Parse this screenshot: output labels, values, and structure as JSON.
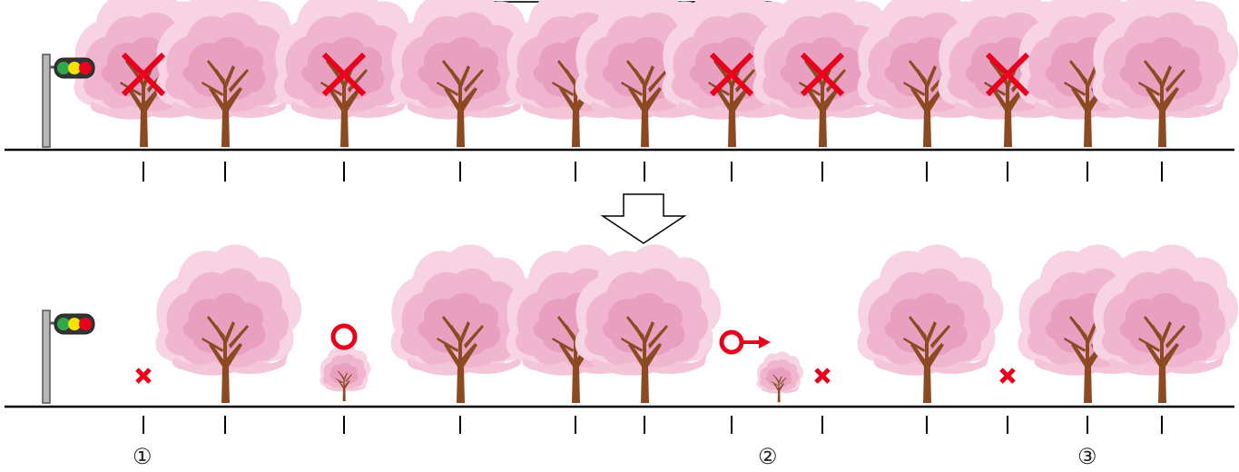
{
  "diagram": {
    "colors": {
      "blossom_light": "#f7d3e3",
      "blossom_mid": "#f1b6cf",
      "blossom_dark": "#e9a0c0",
      "trunk": "#8b4a22",
      "ground": "#000000",
      "marker": "#e8001c",
      "pole": "#9a9a9a",
      "light_red": "#e8001c",
      "light_yellow": "#f2e400",
      "light_green": "#2fa84f"
    },
    "before": {
      "removed_positions": [
        1,
        3,
        7,
        8,
        10
      ]
    },
    "after": {
      "stumps": [
        {
          "slot": 1,
          "label": "①"
        },
        {
          "slot": 8,
          "label": "②"
        },
        {
          "slot": 10,
          "label": "③"
        }
      ],
      "replanted": [
        {
          "slot": 3,
          "marker": "circle"
        },
        {
          "slot": 7,
          "marker": "circle-arrow"
        }
      ]
    },
    "transition_arrow": "down-arrow-icon",
    "traffic_light_icon": "traffic-light-icon"
  }
}
